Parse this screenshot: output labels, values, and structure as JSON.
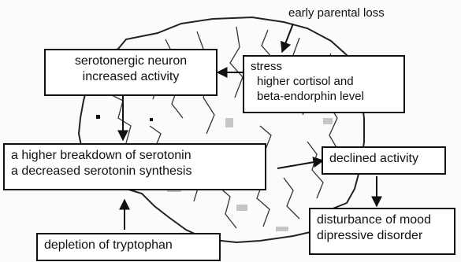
{
  "labels": {
    "early_parental_loss": "early parental loss",
    "serotonergic": {
      "line1": "serotonergic neuron",
      "line2": "increased activity"
    },
    "stress": {
      "line1": "stress",
      "line2": "higher cortisol and",
      "line3": "beta-endorphin level"
    },
    "breakdown": {
      "line1": "a higher breakdown of serotonin",
      "line2": "a decreased serotonin synthesis"
    },
    "declined": "declined activity",
    "mood": {
      "line1": "disturbance of mood",
      "line2": "dipressive disorder"
    },
    "tryptophan": "depletion of tryptophan"
  },
  "colors": {
    "ink": "#111111",
    "brain_outline": "#222222",
    "brain_gray": "#9a9a9a"
  }
}
